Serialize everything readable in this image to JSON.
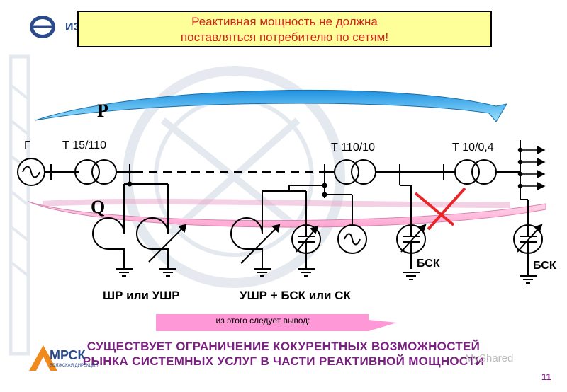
{
  "title": {
    "line1": "Реактивная мощность не должна",
    "line2": "поставляться потребителю по сетям!"
  },
  "diagram": {
    "label_P": "P",
    "label_Q": "Q",
    "label_gen": "Г",
    "label_t1": "Т 15/110",
    "label_t2": "Т 110/10",
    "label_t3": "Т 10/0,4",
    "label_bsk1": "БСК",
    "label_bsk2": "БСК",
    "label_group1": "ШР или УШР",
    "label_group2": "УШР + БСК или СК"
  },
  "conclusion": {
    "label": "из этого следует вывод:",
    "line1": "СУЩЕСТВУЕТ ОГРАНИЧЕНИЕ КОКУРЕНТНЫХ ВОЗМОЖНОСТЕЙ",
    "line2": "РЫНКА СИСТЕМНЫХ УСЛУГ В ЧАСТИ РЕАКТИВНОЙ МОЩНОСТИ"
  },
  "logos": {
    "top_text": "ИЭ",
    "bottom_text": "МРСК",
    "bottom_subtext": "ВОЛЖСКАЯ ДИРЕКЦИЯ"
  },
  "page_number": "11",
  "watermark": "MyShared",
  "colors": {
    "title_bg": "#ffff99",
    "title_text": "#d1241f",
    "arrow_p": "#5bc8f0",
    "arrow_q": "#ffc8e4",
    "cross": "#e8262a",
    "footer_text": "#7a2080",
    "conclusion_bar": "#ff7fcc"
  }
}
